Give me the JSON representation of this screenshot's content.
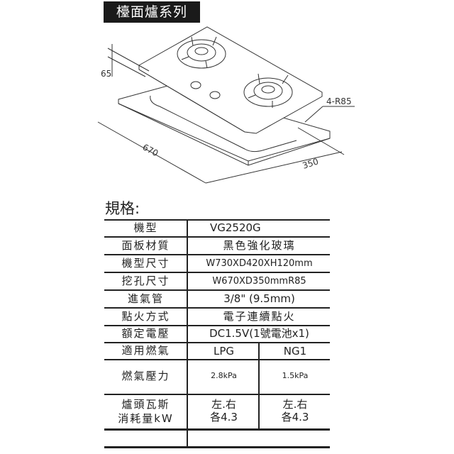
{
  "header": {
    "title": "檯面爐系列"
  },
  "diagram": {
    "dim_height": "65",
    "dim_width": "670",
    "dim_depth": "350",
    "dim_radius": "4-R85"
  },
  "spec": {
    "title": "規格:",
    "rows": [
      {
        "label": "機型",
        "value": "VG2520G"
      },
      {
        "label": "面板材質",
        "value": "黑色強化玻璃"
      },
      {
        "label": "機型尺寸",
        "value": "W730XD420XH120mm"
      },
      {
        "label": "挖孔尺寸",
        "value": "W670XD350mmR85"
      },
      {
        "label": "進氣管",
        "value": "3/8\" (9.5mm)"
      },
      {
        "label": "點火方式",
        "value": "電子連續點火"
      },
      {
        "label": "額定電壓",
        "value": "DC1.5V(1號電池x1)"
      }
    ],
    "gas": {
      "label": "適用燃氣",
      "lpg": "LPG",
      "ng": "NG1"
    },
    "pressure": {
      "label": "燃氣壓力",
      "lpg": "2.8kPa",
      "ng": "1.5kPa"
    },
    "consumption": {
      "label1": "爐頭瓦斯",
      "label2": "消耗量kW",
      "lpg1": "左.右",
      "lpg2": "各4.3",
      "ng1": "左.右",
      "ng2": "各4.3"
    }
  }
}
